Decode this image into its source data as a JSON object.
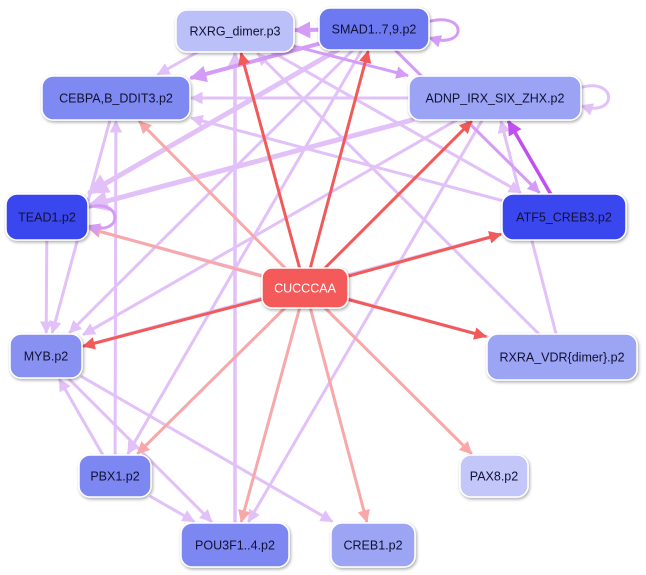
{
  "diagram": {
    "center": {
      "id": "center",
      "label": "CUCCCAA",
      "fill": "#f45a5a"
    },
    "nodes": [
      {
        "id": "rxrg",
        "label": "RXRG_dimer.p3",
        "fill": "#bcc0f8"
      },
      {
        "id": "smad",
        "label": "SMAD1..7,9.p2",
        "fill": "#6d79f0"
      },
      {
        "id": "cebpa",
        "label": "CEBPA,B_DDIT3.p2",
        "fill": "#7e89f2"
      },
      {
        "id": "adnp",
        "label": "ADNP_IRX_SIX_ZHX.p2",
        "fill": "#9aa3f4"
      },
      {
        "id": "tead1",
        "label": "TEAD1.p2",
        "fill": "#3a47ee"
      },
      {
        "id": "atf5",
        "label": "ATF5_CREB3.p2",
        "fill": "#3a47ee"
      },
      {
        "id": "myb",
        "label": "MYB.p2",
        "fill": "#8891f2"
      },
      {
        "id": "rxra",
        "label": "RXRA_VDR{dimer}.p2",
        "fill": "#9ca4f4"
      },
      {
        "id": "pbx1",
        "label": "PBX1.p2",
        "fill": "#7c87f1"
      },
      {
        "id": "pax8",
        "label": "PAX8.p2",
        "fill": "#c2c6f9"
      },
      {
        "id": "pou3f1",
        "label": "POU3F1..4.p2",
        "fill": "#7c87f1"
      },
      {
        "id": "creb1",
        "label": "CREB1.p2",
        "fill": "#9ca4f4"
      }
    ],
    "colors": {
      "red_strong": "#f25a5a",
      "red_light": "#f8a8a8",
      "violet_light": "#e2c0f8",
      "violet_mid": "#d49cf6",
      "violet_strong": "#c050f0",
      "node_text": "#111133",
      "center_text": "#ffffff"
    },
    "edges": [
      {
        "from": "center",
        "to": "smad",
        "color": "red_strong",
        "weight": 3
      },
      {
        "from": "center",
        "to": "adnp",
        "color": "red_strong",
        "weight": 3
      },
      {
        "from": "center",
        "to": "atf5",
        "color": "red_strong",
        "weight": 3
      },
      {
        "from": "center",
        "to": "myb",
        "color": "red_strong",
        "weight": 3
      },
      {
        "from": "center",
        "to": "rxra",
        "color": "red_strong",
        "weight": 3
      },
      {
        "from": "center",
        "to": "rxrg",
        "color": "red_strong",
        "weight": 3
      },
      {
        "from": "center",
        "to": "cebpa",
        "color": "red_light",
        "weight": 3
      },
      {
        "from": "center",
        "to": "tead1",
        "color": "red_light",
        "weight": 3
      },
      {
        "from": "center",
        "to": "pbx1",
        "color": "red_light",
        "weight": 3
      },
      {
        "from": "center",
        "to": "pou3f1",
        "color": "red_light",
        "weight": 3
      },
      {
        "from": "center",
        "to": "creb1",
        "color": "red_light",
        "weight": 3
      },
      {
        "from": "center",
        "to": "pax8",
        "color": "red_light",
        "weight": 3
      },
      {
        "from": "atf5",
        "to": "adnp",
        "color": "violet_strong",
        "weight": 3.5
      },
      {
        "from": "smad",
        "to": "rxrg",
        "color": "violet_mid",
        "weight": 4
      },
      {
        "from": "rxrg",
        "to": "adnp",
        "color": "violet_mid",
        "weight": 3
      },
      {
        "from": "smad",
        "to": "cebpa",
        "color": "violet_mid",
        "weight": 4
      },
      {
        "from": "rxrg",
        "to": "cebpa",
        "color": "violet_light",
        "weight": 3
      },
      {
        "from": "smad",
        "to": "tead1",
        "color": "violet_light",
        "weight": 5
      },
      {
        "from": "adnp",
        "to": "tead1",
        "color": "violet_light",
        "weight": 5
      },
      {
        "from": "adnp",
        "to": "cebpa",
        "color": "violet_light",
        "weight": 3
      },
      {
        "from": "smad",
        "to": "atf5",
        "color": "violet_mid",
        "weight": 3
      },
      {
        "from": "rxrg",
        "to": "atf5",
        "color": "violet_light",
        "weight": 3
      },
      {
        "from": "atf5",
        "to": "cebpa",
        "color": "violet_light",
        "weight": 3
      },
      {
        "from": "tead1",
        "to": "myb",
        "color": "violet_light",
        "weight": 3
      },
      {
        "from": "cebpa",
        "to": "myb",
        "color": "violet_light",
        "weight": 3
      },
      {
        "from": "smad",
        "to": "myb",
        "color": "violet_light",
        "weight": 3
      },
      {
        "from": "adnp",
        "to": "myb",
        "color": "violet_light",
        "weight": 3
      },
      {
        "from": "myb",
        "to": "atf5",
        "color": "violet_light",
        "weight": 3
      },
      {
        "from": "rxra",
        "to": "rxrg",
        "color": "violet_light",
        "weight": 3
      },
      {
        "from": "rxra",
        "to": "adnp",
        "color": "violet_light",
        "weight": 3
      },
      {
        "from": "rxra",
        "to": "tead1",
        "color": "violet_light",
        "weight": 3
      },
      {
        "from": "pbx1",
        "to": "cebpa",
        "color": "violet_light",
        "weight": 3
      },
      {
        "from": "pbx1",
        "to": "myb",
        "color": "violet_light",
        "weight": 3
      },
      {
        "from": "pbx1",
        "to": "pou3f1",
        "color": "violet_light",
        "weight": 3
      },
      {
        "from": "pou3f1",
        "to": "rxrg",
        "color": "violet_light",
        "weight": 3.5
      },
      {
        "from": "myb",
        "to": "creb1",
        "color": "violet_light",
        "weight": 3
      },
      {
        "from": "myb",
        "to": "pou3f1",
        "color": "violet_light",
        "weight": 3
      },
      {
        "from": "smad",
        "to": "pbx1",
        "color": "violet_light",
        "weight": 3
      },
      {
        "from": "adnp",
        "to": "pou3f1",
        "color": "violet_light",
        "weight": 3
      }
    ],
    "self_loops": [
      {
        "node": "smad",
        "color": "violet_mid"
      },
      {
        "node": "adnp",
        "color": "violet_light"
      },
      {
        "node": "tead1",
        "color": "violet_mid"
      }
    ]
  }
}
